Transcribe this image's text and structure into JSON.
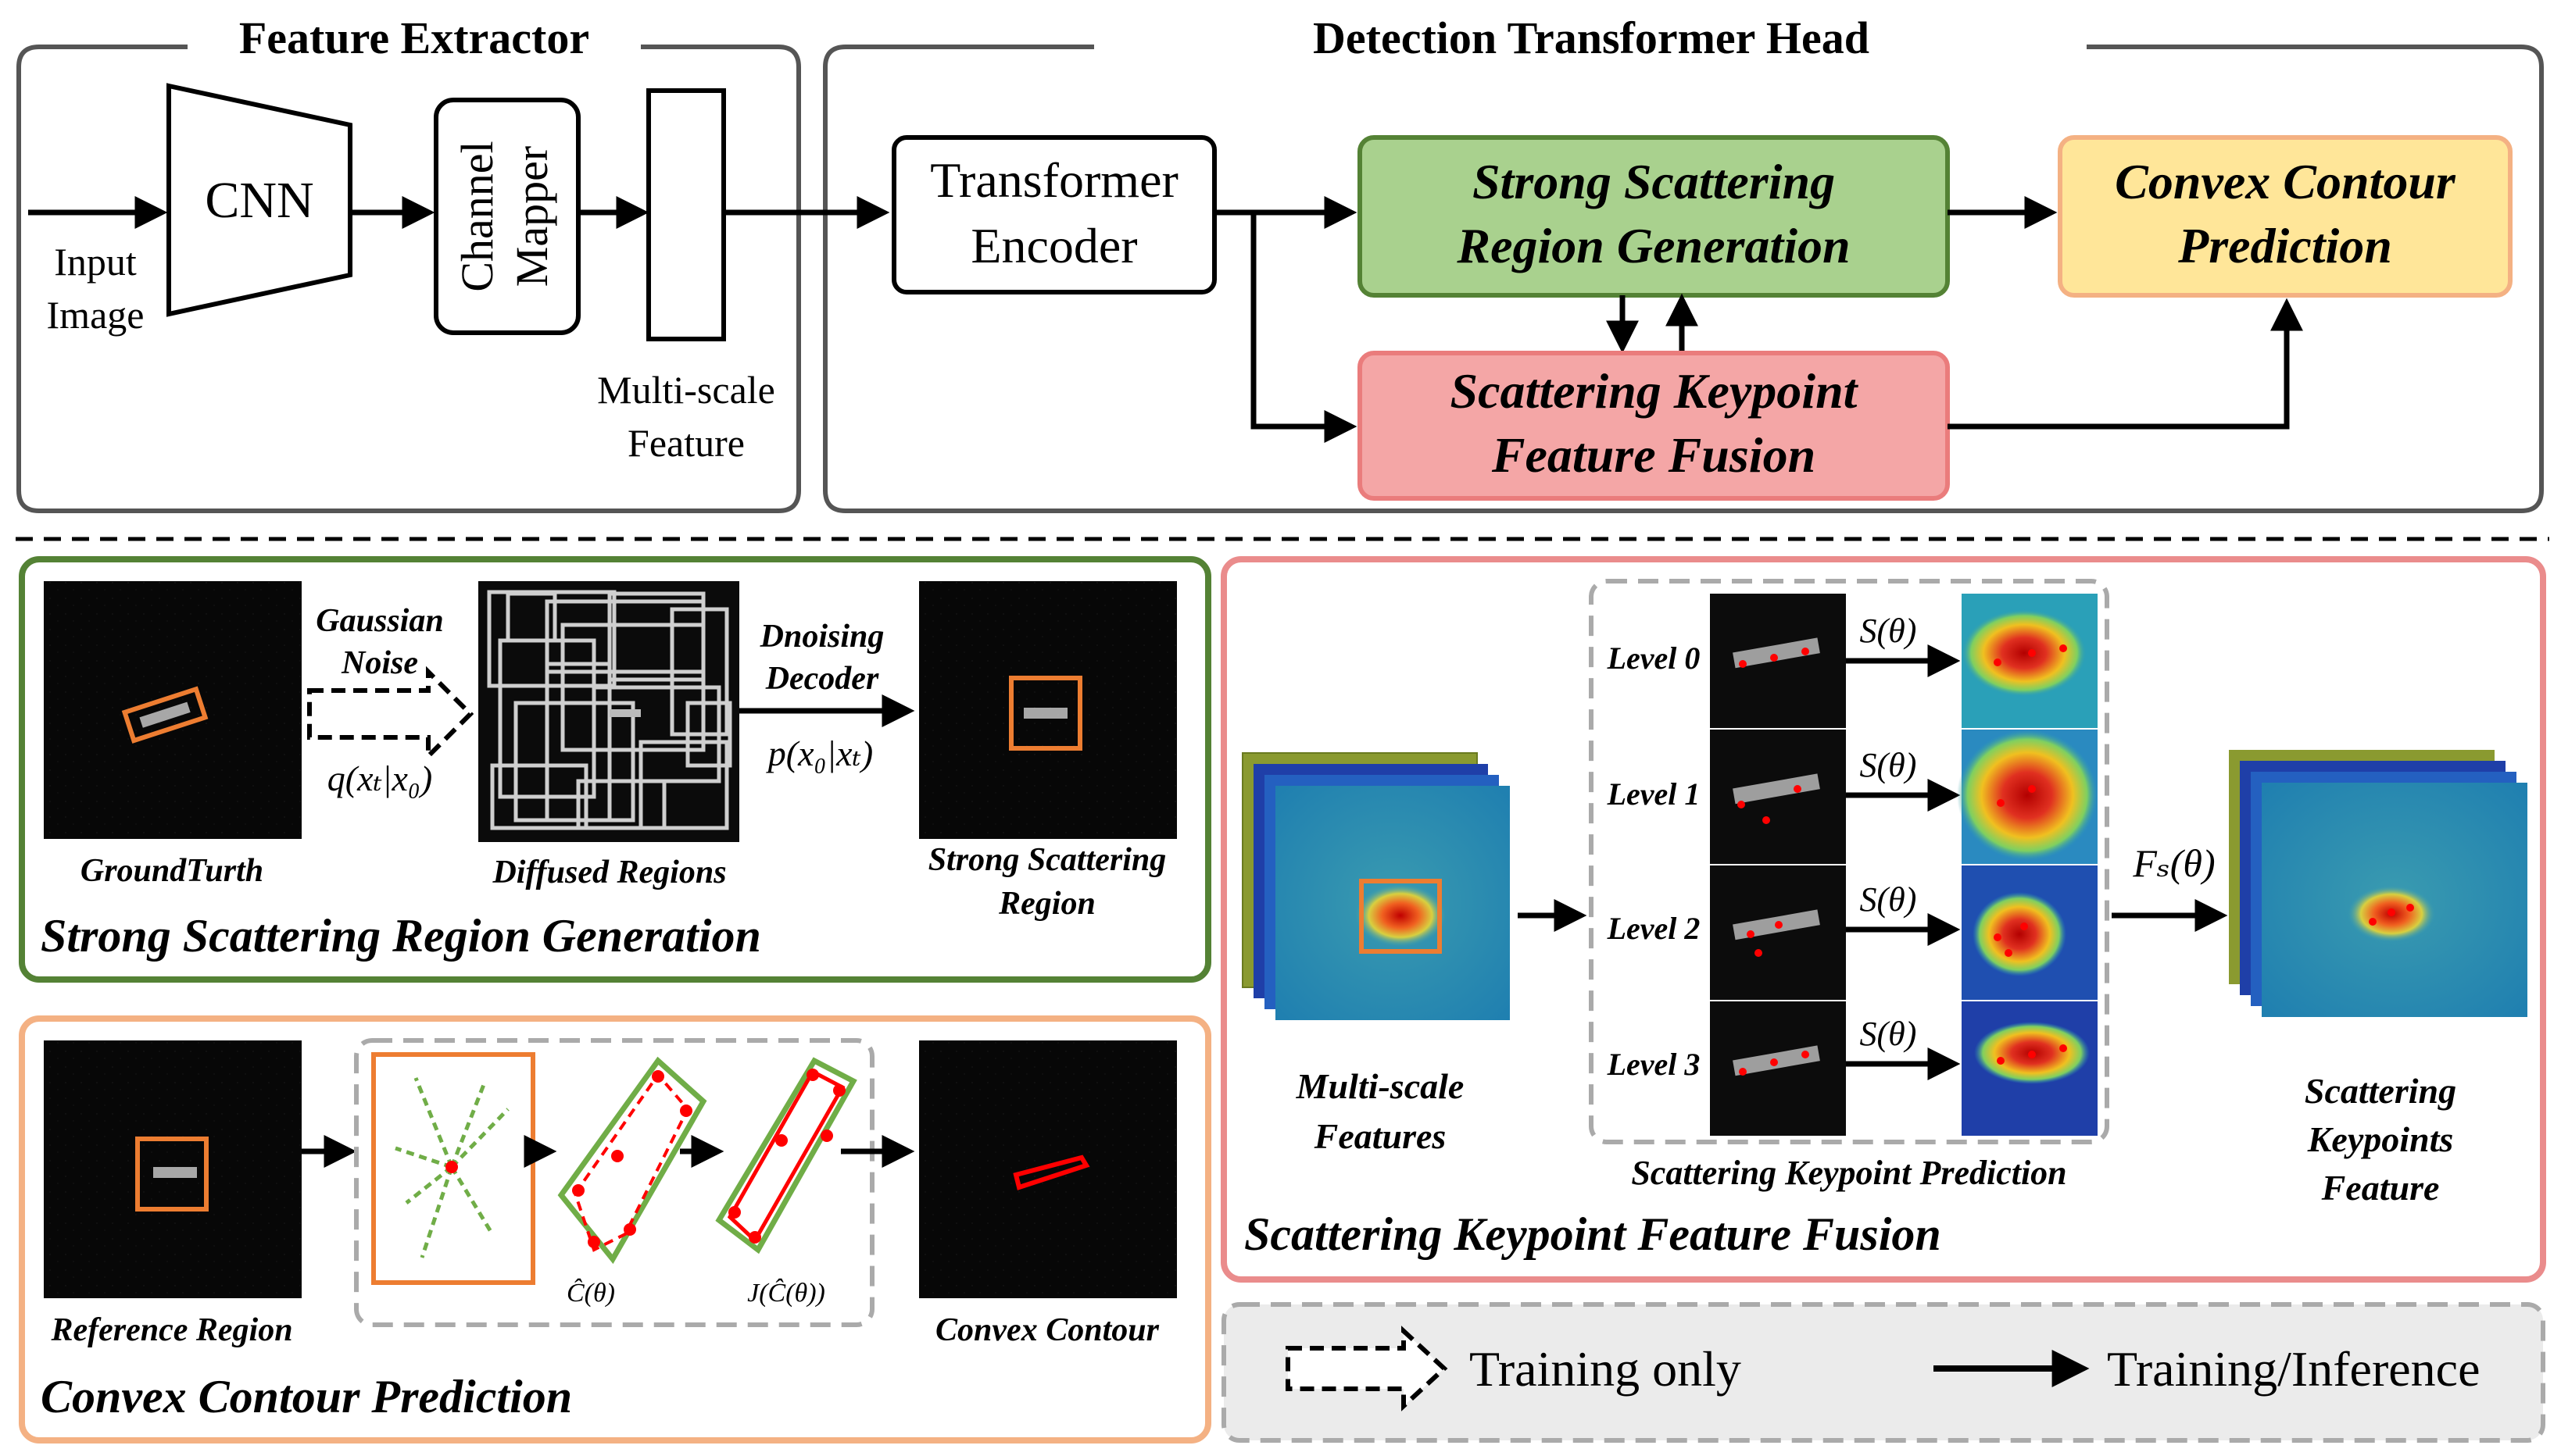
{
  "top": {
    "feature_extractor_title": "Feature Extractor",
    "detection_head_title": "Detection Transformer Head",
    "input_image_line1": "Input",
    "input_image_line2": "Image",
    "cnn_label": "CNN",
    "channel_mapper_line1": "Channel",
    "channel_mapper_line2": "Mapper",
    "multiscale_line1": "Multi-scale",
    "multiscale_line2": "Feature",
    "transformer_line1": "Transformer",
    "transformer_line2": "Encoder",
    "ssrg_line1": "Strong Scattering",
    "ssrg_line2": "Region Generation",
    "skff_line1": "Scattering Keypoint",
    "skff_line2": "Feature Fusion",
    "ccp_line1": "Convex Contour",
    "ccp_line2": "Prediction"
  },
  "ssrg_panel": {
    "title": "Strong Scattering Region Generation",
    "groundtruth_caption": "GroundTurth",
    "gaussian_line1": "Gaussian",
    "gaussian_line2": "Noise",
    "q_formula": "q(xₜ|x₀)",
    "diffused_caption": "Diffused Regions",
    "denoising_line1": "Dnoising",
    "denoising_line2": "Decoder",
    "p_formula": "p(x₀|xₜ)",
    "strong_caption_line1": "Strong Scattering",
    "strong_caption_line2": "Region"
  },
  "ccp_panel": {
    "title": "Convex Contour Prediction",
    "reference_caption": "Reference Region",
    "c_hat_formula": "Ĉ(θ)",
    "j_formula": "J(Ĉ(θ))",
    "convex_caption": "Convex Contour"
  },
  "skff_panel": {
    "title": "Scattering Keypoint Feature Fusion",
    "multiscale_line1": "Multi-scale",
    "multiscale_line2": "Features",
    "levels": [
      "Level 0",
      "Level 1",
      "Level 2",
      "Level 3"
    ],
    "s_formula": "S(θ)",
    "prediction_caption": "Scattering Keypoint Prediction",
    "fs_formula": "Fₛ(θ)",
    "out_line1": "Scattering",
    "out_line2": "Keypoints",
    "out_line3": "Feature"
  },
  "legend": {
    "training_only": "Training only",
    "training_inference": "Training/Inference"
  },
  "colors": {
    "green_fill": "#a9d18e",
    "green_border": "#548235",
    "red_fill": "#f4a6a6",
    "red_border": "#ea7c7c",
    "yellow_fill": "#ffe699",
    "yellow_border": "#f4b183",
    "panel_green": "#548235",
    "panel_orange": "#f4b183",
    "panel_red": "#ea8c8c",
    "box_orange": "#ed7d31",
    "keypoint_red": "#ff0000",
    "contour_green": "#70ad47"
  }
}
